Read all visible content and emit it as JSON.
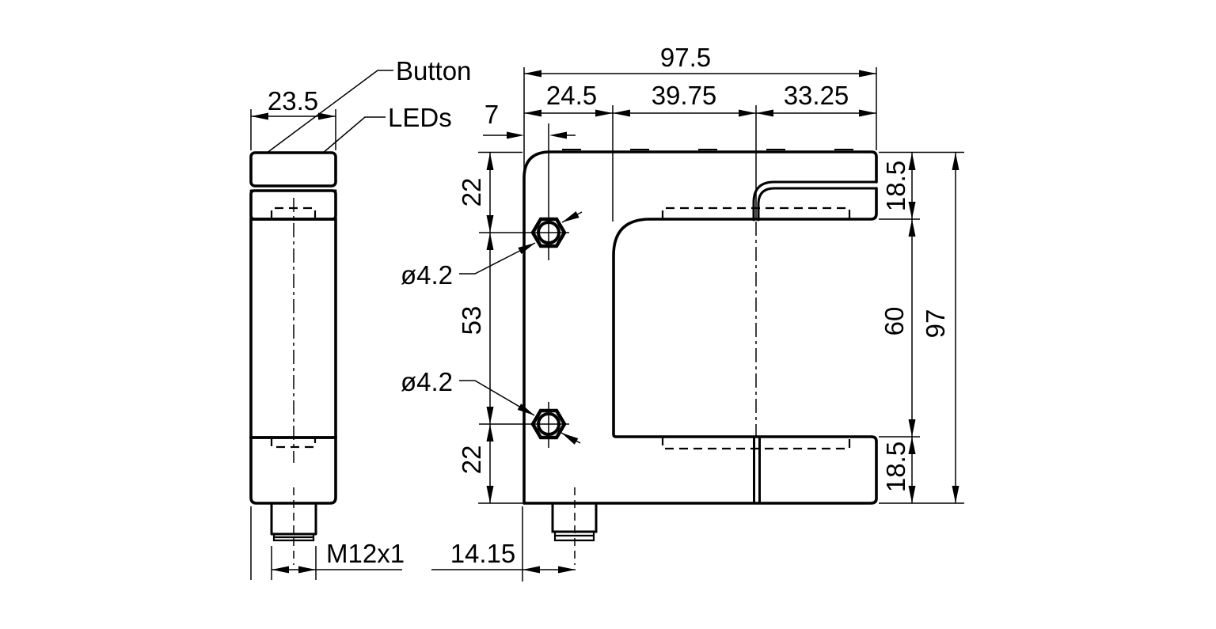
{
  "drawing": {
    "kind": "technical-dimension-drawing",
    "units": "mm",
    "line_color": "#000000",
    "background_color": "#ffffff"
  },
  "side_view": {
    "width": "23.5",
    "button_label": "Button",
    "leds_label": "LEDs",
    "thread": "M12x1"
  },
  "front_view": {
    "overall_width": "97.5",
    "seg_left": "24.5",
    "seg_mid": "39.75",
    "seg_right": "33.25",
    "hole_offset": "7",
    "top_to_hole": "22",
    "hole_spacing": "53",
    "hole_to_bottom": "22",
    "hole_dia_top": "ø4.2",
    "hole_dia_bottom": "ø4.2",
    "arm_top": "18.5",
    "slot_height": "60",
    "arm_bottom": "18.5",
    "overall_height": "97",
    "connector_offset": "14.15"
  }
}
